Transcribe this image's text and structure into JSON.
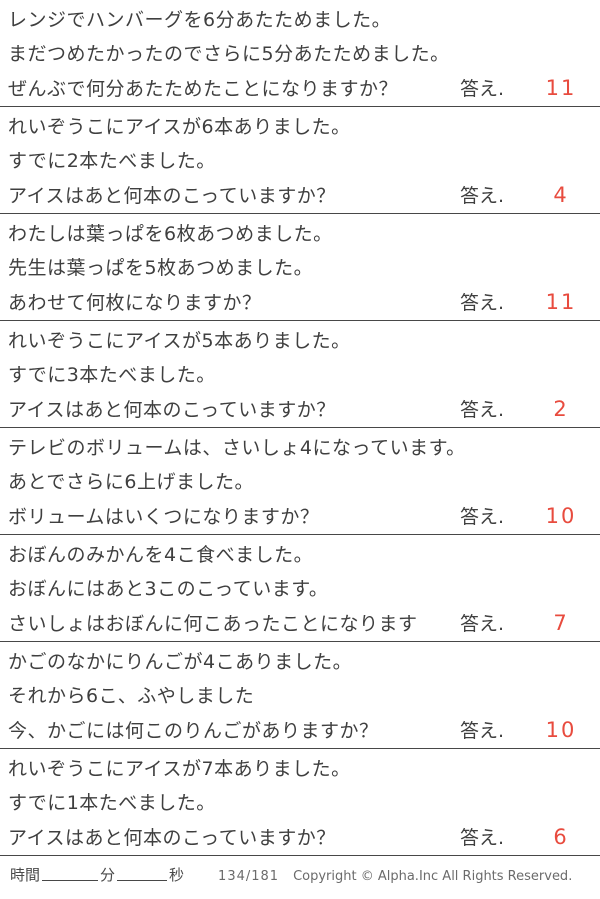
{
  "labels": {
    "answer": "答え."
  },
  "colors": {
    "text": "#3f3f3f",
    "answer": "#e84b3e",
    "rule": "#474747"
  },
  "problems": [
    {
      "lines": [
        "レンジでハンバーグを6分あたためました。",
        "まだつめたかったのでさらに5分あたためました。"
      ],
      "question": "ぜんぶで何分あたためたことになりますか？",
      "answer": "11"
    },
    {
      "lines": [
        "れいぞうこにアイスが6本ありました。",
        "すでに2本たべました。"
      ],
      "question": "アイスはあと何本のこっていますか？",
      "answer": "4"
    },
    {
      "lines": [
        "わたしは葉っぱを6枚あつめました。",
        "先生は葉っぱを5枚あつめました。"
      ],
      "question": "あわせて何枚になりますか？",
      "answer": "11"
    },
    {
      "lines": [
        "れいぞうこにアイスが5本ありました。",
        "すでに3本たべました。"
      ],
      "question": "アイスはあと何本のこっていますか？",
      "answer": "2"
    },
    {
      "lines": [
        "テレビのボリュームは、さいしょ4になっています。",
        "あとでさらに6上げました。"
      ],
      "question": "ボリュームはいくつになりますか？",
      "answer": "10"
    },
    {
      "lines": [
        "おぼんのみかんを4こ食べました。",
        "おぼんにはあと3このこっています。"
      ],
      "question": "さいしょはおぼんに何こあったことになります",
      "answer": "7"
    },
    {
      "lines": [
        "かごのなかにりんごが4こありました。",
        "それから6こ、ふやしました"
      ],
      "question": "今、かごには何このりんごがありますか？",
      "answer": "10"
    },
    {
      "lines": [
        "れいぞうこにアイスが7本ありました。",
        "すでに1本たべました。"
      ],
      "question": "アイスはあと何本のこっていますか？",
      "answer": "6"
    }
  ],
  "footer": {
    "time_label": "時間",
    "minutes_label": "分",
    "seconds_label": "秒",
    "page_indicator": "134/181",
    "copyright": "Copyright ©  Alpha.Inc All Rights Reserved."
  }
}
